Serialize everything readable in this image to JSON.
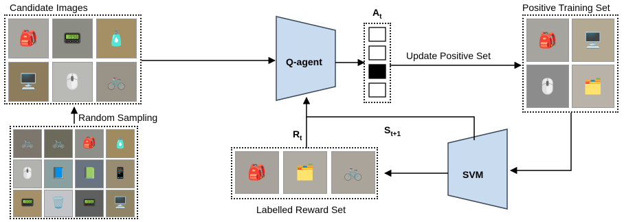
{
  "labels": {
    "candidate_images": "Candidate Images",
    "positive_training_set": "Positive Training Set",
    "labelled_reward_set": "Labelled Reward Set",
    "random_sampling": "Random Sampling",
    "update_positive_set": "Update Positive Set",
    "q_agent": "Q-agent",
    "svm": "SVM",
    "action_symbol": "A",
    "action_sub": "t",
    "reward_symbol": "R",
    "reward_sub": "t",
    "state_symbol": "S",
    "state_sub": "t+1"
  },
  "images": {
    "candidates": [
      "backpack",
      "electronic device",
      "bottle",
      "monitor",
      "mouse",
      "bicycle"
    ],
    "positive": [
      "backpack",
      "monitor",
      "mouse",
      "paper tray"
    ],
    "reward": [
      "backpack",
      "paper tray",
      "bicycle"
    ],
    "pool": [
      "bicycle",
      "bicycle",
      "backpack",
      "bottle",
      "mouse",
      "book",
      "book",
      "device",
      "device",
      "bin",
      "device",
      "monitor"
    ]
  },
  "action_slots": [
    false,
    false,
    true,
    false
  ],
  "colors": {
    "agent_fill": "#c9dcef",
    "agent_stroke": "#3a4a5a"
  }
}
